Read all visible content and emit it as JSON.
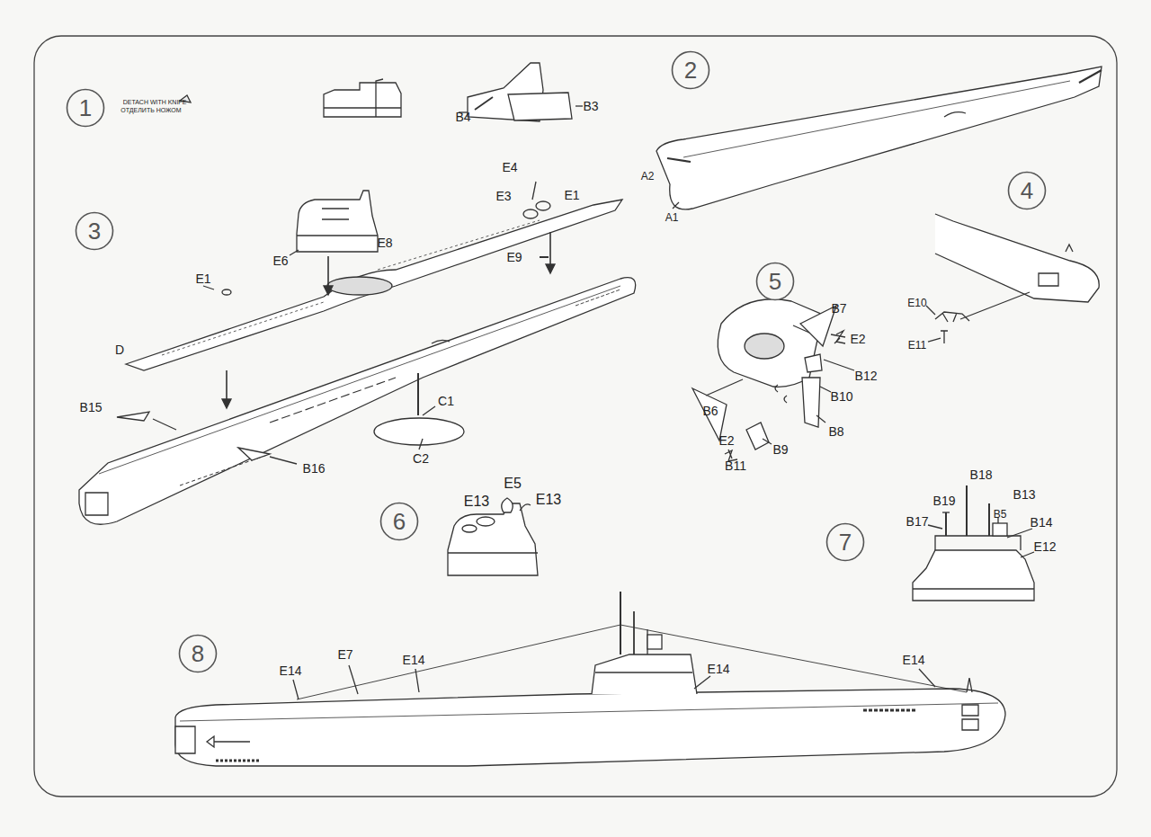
{
  "diagram": {
    "nodes": [
      {
        "text": [
          "1"
        ]
      },
      {
        "text": [
          "2"
        ]
      },
      {
        "text": [
          "3"
        ]
      },
      {
        "text": [
          "4"
        ]
      },
      {
        "text": [
          "5"
        ]
      },
      {
        "text": [
          "6"
        ]
      },
      {
        "text": [
          "7"
        ]
      },
      {
        "text": [
          "8"
        ]
      }
    ],
    "labels": [
      "DETACH WITH KNIFE",
      "ОТДЕЛИТЬ НОЖОМ",
      "B4",
      "B3",
      "E4",
      "E3",
      "E1",
      "E9",
      "E8",
      "E6",
      "E1",
      "D",
      "B15",
      "B16",
      "C1",
      "C2",
      "A2",
      "A1",
      "E10",
      "E11",
      "B7",
      "E2",
      "B12",
      "B10",
      "B8",
      "B6",
      "E2",
      "B11",
      "B9",
      "E13",
      "E5",
      "E13",
      "B18",
      "B19",
      "B13",
      "B5",
      "B14",
      "B17",
      "E12",
      "E14",
      "E7",
      "E14",
      "E14",
      "E14"
    ]
  }
}
